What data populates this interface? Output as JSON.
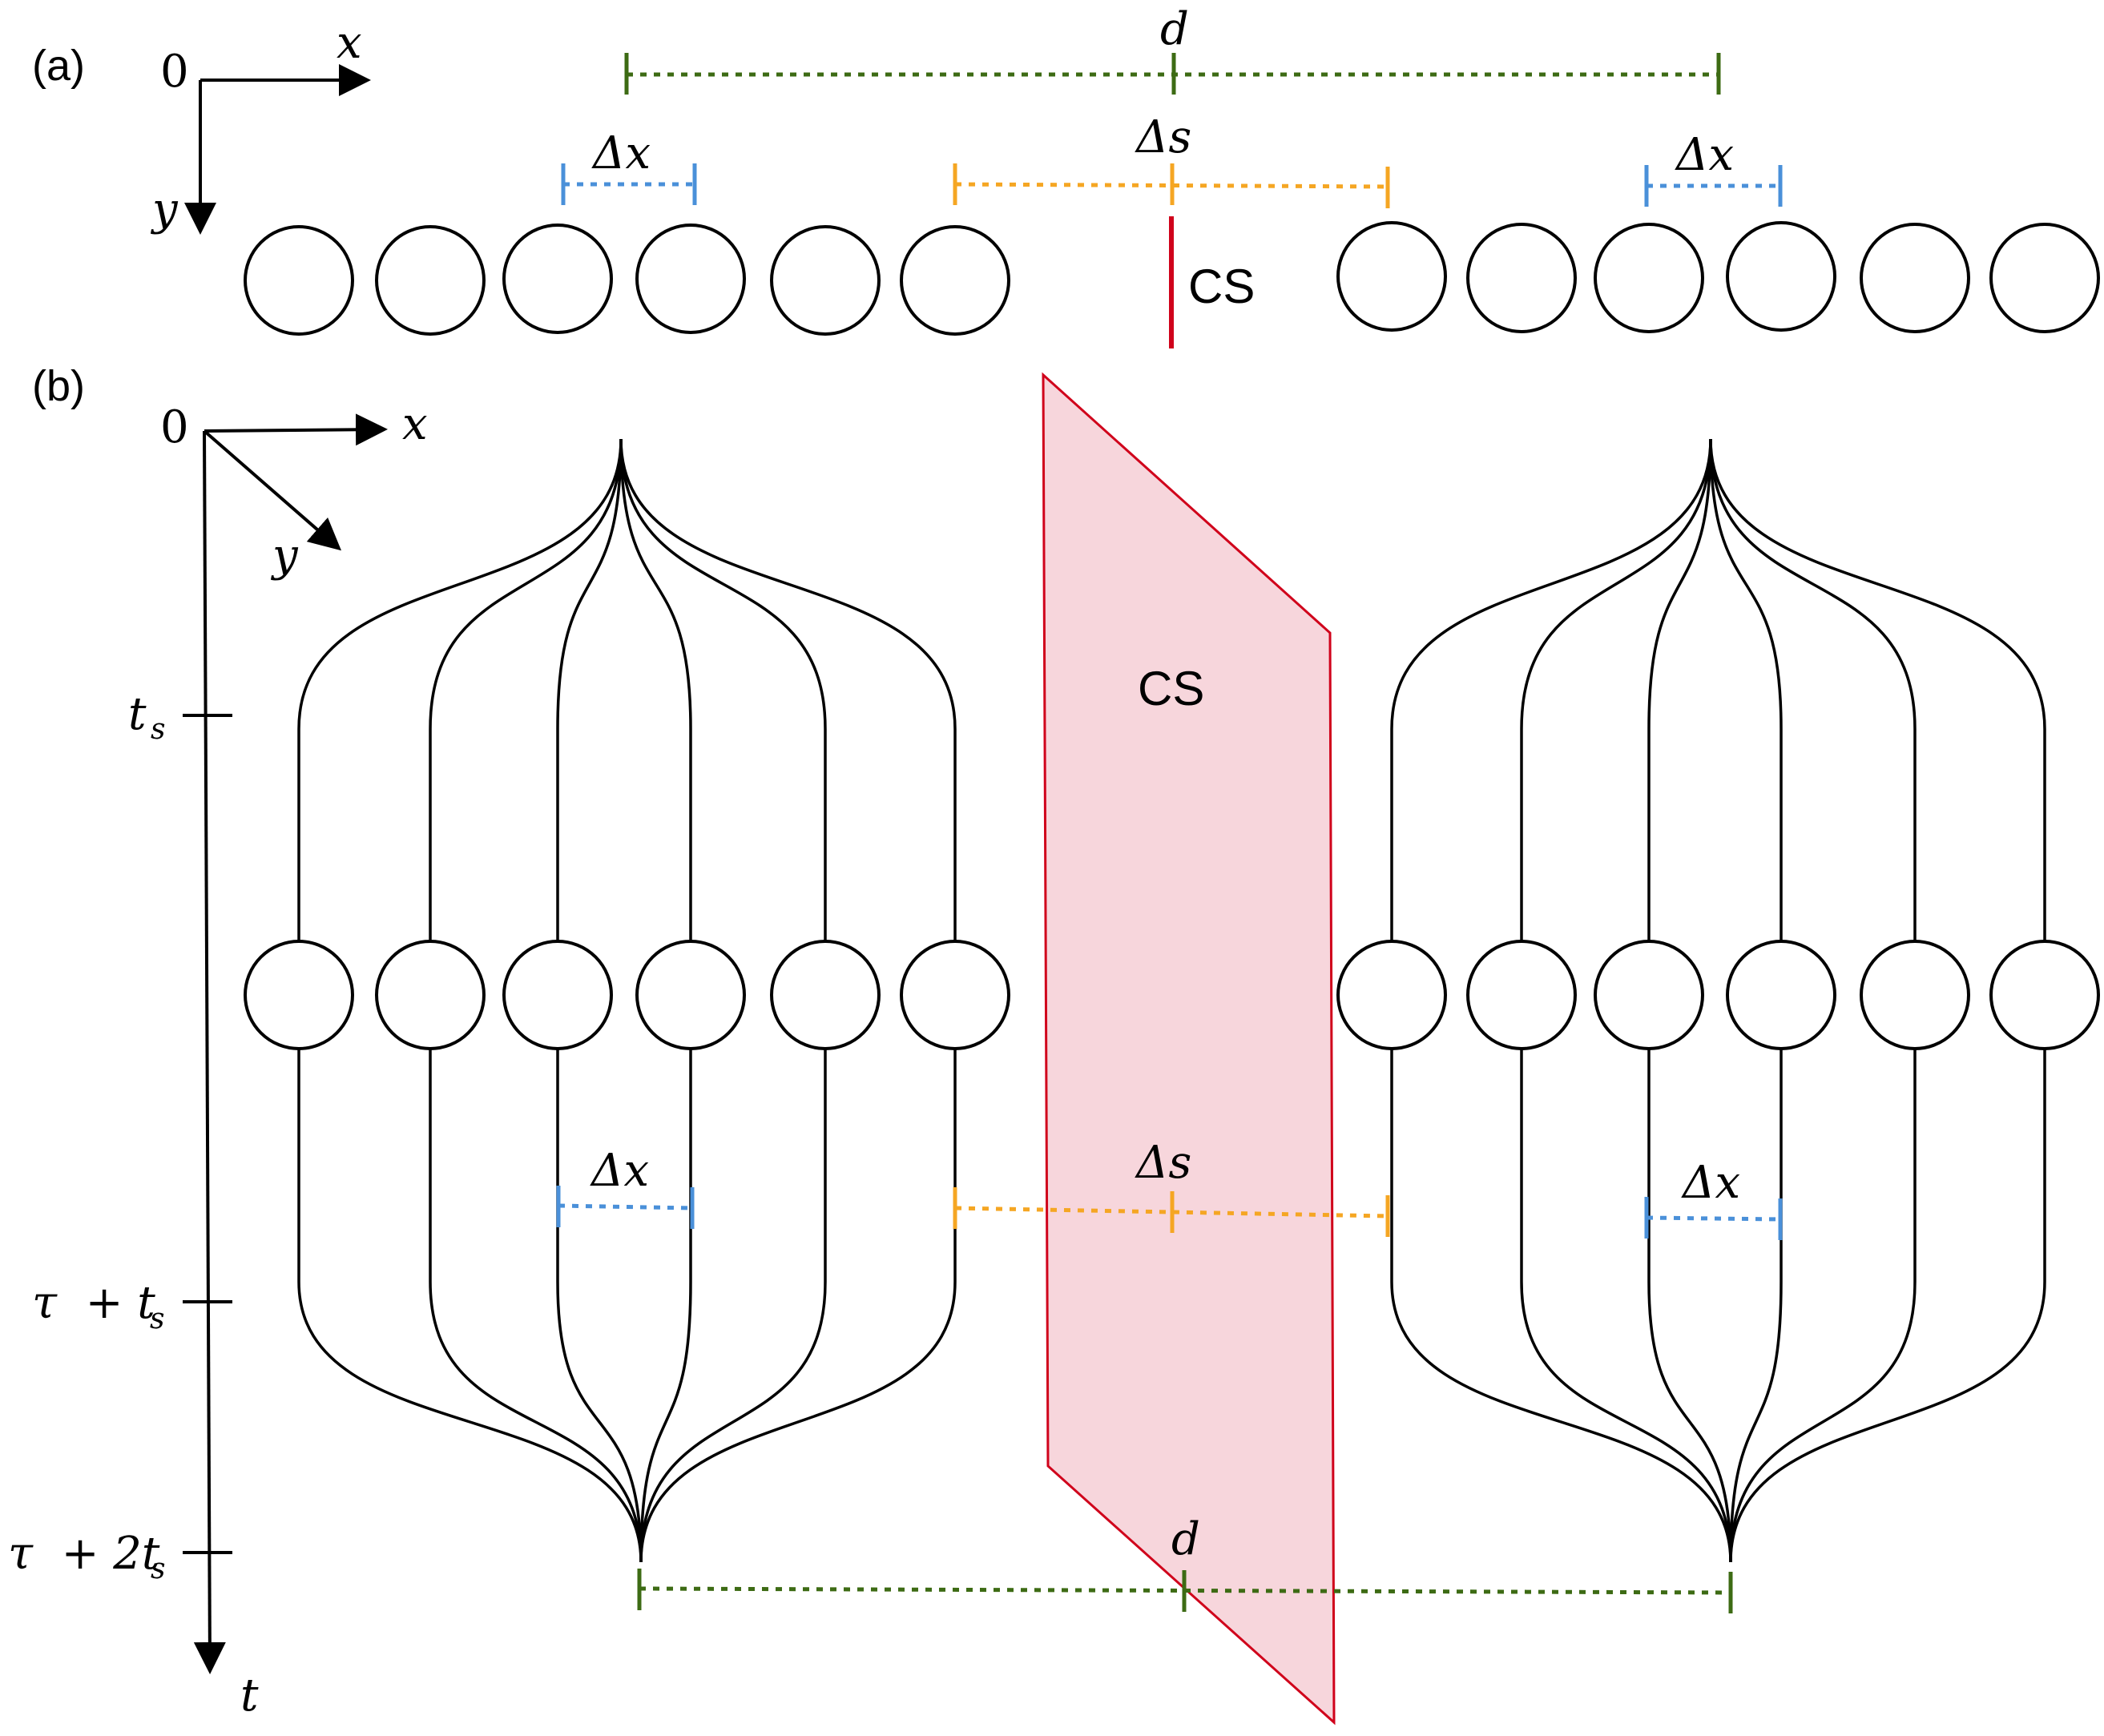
{
  "panel_a": {
    "label": "(a)",
    "origin": "0",
    "x_axis": "x",
    "y_axis": "y",
    "d_label": "d",
    "delta_s_label": "Δs",
    "delta_x_left": "Δx",
    "delta_x_right": "Δx",
    "cs_label": "CS"
  },
  "panel_b": {
    "label": "(b)",
    "origin": "0",
    "x_axis": "x",
    "y_axis": "y",
    "t_axis": "t",
    "ticks": {
      "ts": "t",
      "ts_sub": "s",
      "tau_ts_a": "τ  + t",
      "tau_ts_sub": "s",
      "tau_2ts_a": "τ  + 2t",
      "tau_2ts_sub": "s"
    },
    "cs_label": "CS",
    "delta_x_left": "Δx",
    "delta_x_right": "Δx",
    "delta_s_label": "Δs",
    "d_label": "d"
  },
  "colors": {
    "green": "#3d6b14",
    "blue": "#4a90d9",
    "orange": "#f5a623",
    "red": "#d0021b",
    "plane_fill": "#f7d6dc"
  }
}
